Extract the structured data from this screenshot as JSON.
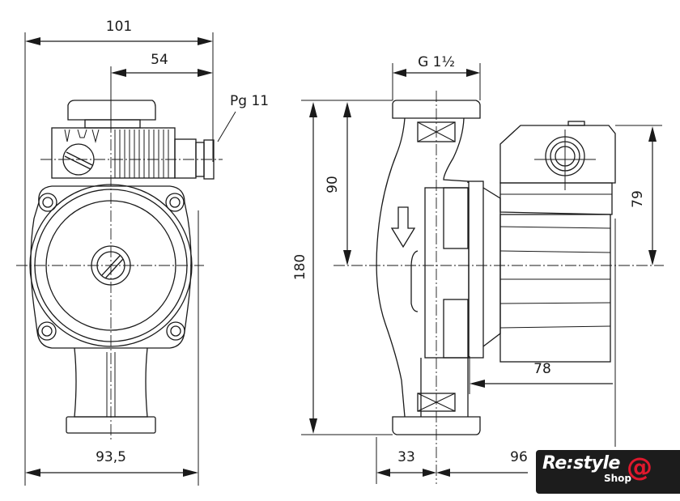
{
  "drawing": {
    "title": "Circulation pump dimensional drawing",
    "front_view": {
      "dimensions": {
        "overall_width": "101",
        "axis_to_terminal": "54",
        "cable_gland": "Pg 11",
        "bottom_width": "93,5"
      }
    },
    "side_view": {
      "dimensions": {
        "thread": "G 1½",
        "total_height": "180",
        "upper_height": "90",
        "motor_height": "79",
        "motor_length": "78",
        "flange_offset": "33",
        "depth": "96"
      },
      "flow_arrow": "down-arrow"
    }
  },
  "logo": {
    "brand": "Re:style",
    "sub": "Shop",
    "symbol": "@",
    "accent_color": "#e0182d",
    "bg_color": "#1c1c1c"
  }
}
